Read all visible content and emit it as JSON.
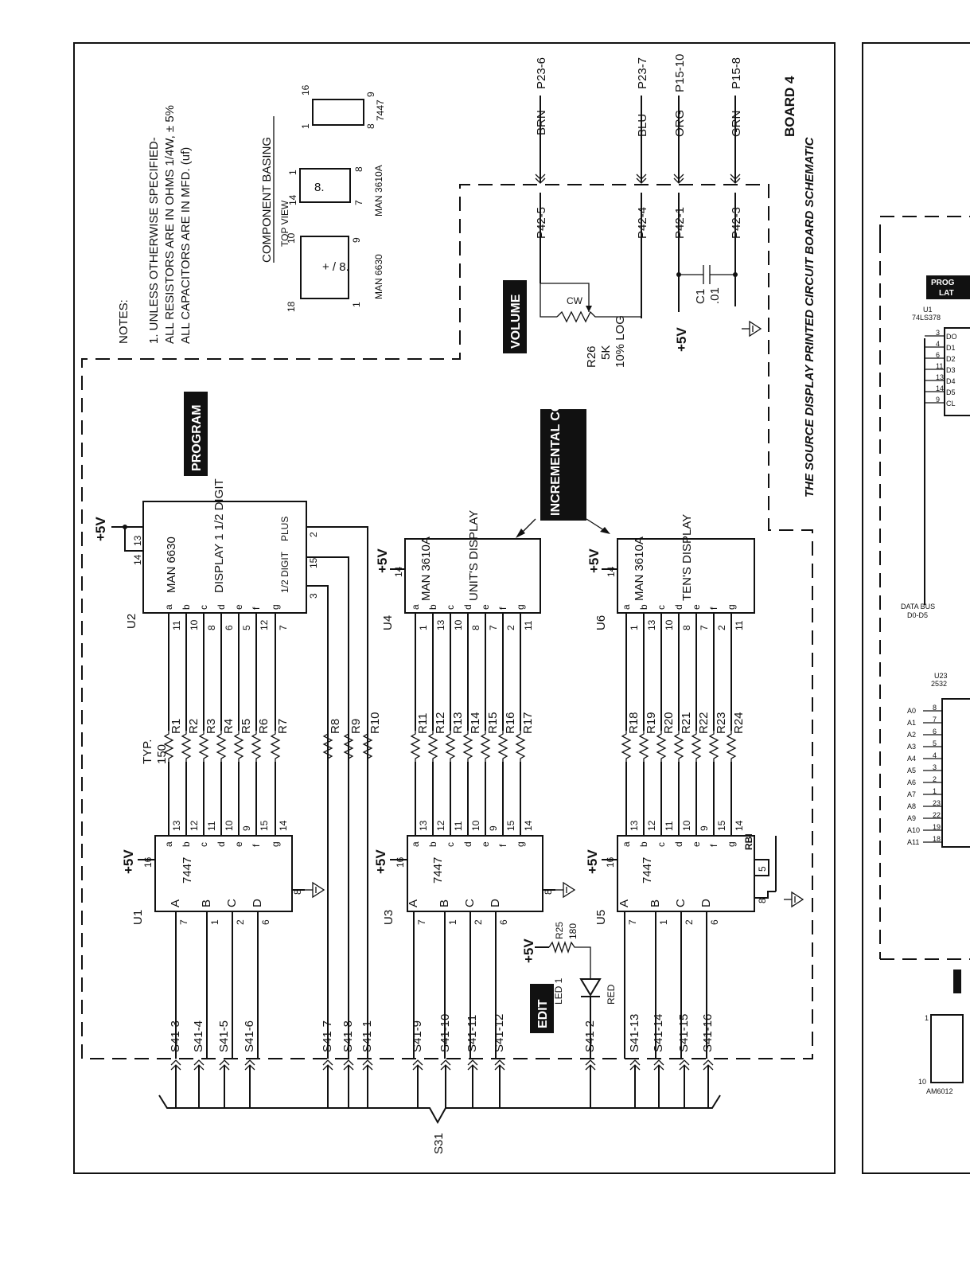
{
  "notes": {
    "title": "NOTES:",
    "line1": "1. UNLESS OTHERWISE SPECIFIED-",
    "line2": "ALL RESISTORS ARE IN OHMS 1/4W, ± 5%",
    "line3": "ALL CAPACITORS ARE IN MFD. (uf)"
  },
  "basing": {
    "title": "COMPONENT BASING",
    "subtitle": "TOP VIEW",
    "parts": [
      {
        "name": "MAN 6630",
        "pins": [
          "18",
          "10",
          "1",
          "9"
        ]
      },
      {
        "name": "MAN 3610A",
        "pins": [
          "14",
          "8",
          "1",
          "7"
        ]
      },
      {
        "name": "7447",
        "pins": [
          "16",
          "9",
          "1",
          "8"
        ]
      }
    ]
  },
  "board": {
    "number": "BOARD 4",
    "caption": "THE SOURCE DISPLAY PRINTED CIRCUIT BOARD SCHEMATIC"
  },
  "section_labels": {
    "volume": "VOLUME",
    "program": "PROGRAM",
    "incremental": "INCREMENTAL CONTROL",
    "edit": "EDIT"
  },
  "supply": "+5V",
  "wires": [
    {
      "color": "BRN",
      "plug": "P23-6",
      "conn": "P42-5"
    },
    {
      "color": "BLU",
      "plug": "P23-7",
      "conn": "P42-4"
    },
    {
      "color": "ORG",
      "plug": "P15-10",
      "conn": "P42-1"
    },
    {
      "color": "GRN",
      "plug": "P15-8",
      "conn": "P42-3"
    }
  ],
  "volume_pot": {
    "ref": "R26",
    "value": "5K",
    "taper": "10% LOG",
    "cw": "CW"
  },
  "cap": {
    "ref": "C1",
    "value": ".01"
  },
  "displays": [
    {
      "ref": "U2",
      "part": "MAN 6630",
      "desc": "DISPLAY 1 1/2 DIGIT",
      "half": "1/2 DIGIT",
      "plus": "PLUS",
      "segs": [
        "a",
        "b",
        "c",
        "d",
        "e",
        "f",
        "g"
      ],
      "pins": [
        "11",
        "10",
        "8",
        "6",
        "5",
        "12",
        "7"
      ],
      "extra_pins": [
        "14",
        "13",
        "2",
        "15",
        "3"
      ]
    },
    {
      "ref": "U4",
      "part": "MAN 3610A",
      "desc": "UNIT'S DISPLAY",
      "segs": [
        "a",
        "b",
        "c",
        "d",
        "e",
        "f",
        "g"
      ],
      "pins": [
        "1",
        "13",
        "10",
        "8",
        "7",
        "2",
        "11"
      ],
      "vcc_pin": "14"
    },
    {
      "ref": "U6",
      "part": "MAN 3610A",
      "desc": "TEN'S DISPLAY",
      "segs": [
        "a",
        "b",
        "c",
        "d",
        "e",
        "f",
        "g"
      ],
      "pins": [
        "1",
        "13",
        "10",
        "8",
        "7",
        "2",
        "11"
      ],
      "vcc_pin": "14"
    }
  ],
  "decoders": [
    {
      "ref": "U1",
      "part": "7447",
      "vcc": "16",
      "gnd": "8",
      "inputs": [
        "A",
        "B",
        "C",
        "D"
      ],
      "in_pins": [
        "7",
        "1",
        "2",
        "6"
      ],
      "outs": [
        "a",
        "b",
        "c",
        "d",
        "e",
        "f",
        "g"
      ],
      "out_pins": [
        "13",
        "12",
        "11",
        "10",
        "9",
        "15",
        "14"
      ]
    },
    {
      "ref": "U3",
      "part": "7447",
      "vcc": "16",
      "gnd": "8",
      "inputs": [
        "A",
        "B",
        "C",
        "D"
      ],
      "in_pins": [
        "7",
        "1",
        "2",
        "6"
      ],
      "outs": [
        "a",
        "b",
        "c",
        "d",
        "e",
        "f",
        "g"
      ],
      "out_pins": [
        "13",
        "12",
        "11",
        "10",
        "9",
        "15",
        "14"
      ]
    },
    {
      "ref": "U5",
      "part": "7447",
      "vcc": "16",
      "gnd": "8",
      "rbi": "RBI",
      "rbi_pin": "5",
      "inputs": [
        "A",
        "B",
        "C",
        "D"
      ],
      "in_pins": [
        "7",
        "1",
        "2",
        "6"
      ],
      "outs": [
        "a",
        "b",
        "c",
        "d",
        "e",
        "f",
        "g"
      ],
      "out_pins": [
        "13",
        "12",
        "11",
        "10",
        "9",
        "15",
        "14"
      ]
    }
  ],
  "resistors_group1": [
    "R1",
    "R2",
    "R3",
    "R4",
    "R5",
    "R6",
    "R7"
  ],
  "resistors_group1_note": [
    "TYP.",
    "150"
  ],
  "resistors_group2": [
    "R8",
    "R9",
    "R10"
  ],
  "resistors_group3": [
    "R11",
    "R12",
    "R13",
    "R14",
    "R15",
    "R16",
    "R17"
  ],
  "resistors_group4": [
    "R18",
    "R19",
    "R20",
    "R21",
    "R22",
    "R23",
    "R24"
  ],
  "led": {
    "ref": "LED 1",
    "color": "RED",
    "res": "R25",
    "res_value": "180",
    "conn": "S41-2"
  },
  "connectors": [
    "S41-3",
    "S41-4",
    "S41-5",
    "S41-6",
    "S41-7",
    "S41-8",
    "S41-1",
    "S41-9",
    "S41-10",
    "S41-11",
    "S41-12",
    "S41-2",
    "S41-13",
    "S41-14",
    "S41-15",
    "S41-16"
  ],
  "bus": "S31",
  "right_panel": {
    "latch_title": [
      "PROG",
      "LAT"
    ],
    "latch_ref": "U1",
    "latch_part": "74LS378",
    "latch_pins": [
      "3",
      "4",
      "6",
      "11",
      "13",
      "14",
      "9"
    ],
    "latch_labels": [
      "DO",
      "D1",
      "D2",
      "D3",
      "D4",
      "D5",
      "CL"
    ],
    "bus_label": [
      "DATA BUS",
      "D0-D5"
    ],
    "rom_ref": "U23",
    "rom_part": "2532",
    "addr": [
      "A0",
      "A1",
      "A2",
      "A3",
      "A4",
      "A5",
      "A6",
      "A7",
      "A8",
      "A9",
      "A10",
      "A11"
    ],
    "addr_pins": [
      "8",
      "7",
      "6",
      "5",
      "4",
      "3",
      "2",
      "1",
      "23",
      "22",
      "19",
      "18"
    ],
    "chip_bottom": "AM6012",
    "chip_bottom_pins": [
      "1",
      "10"
    ]
  }
}
